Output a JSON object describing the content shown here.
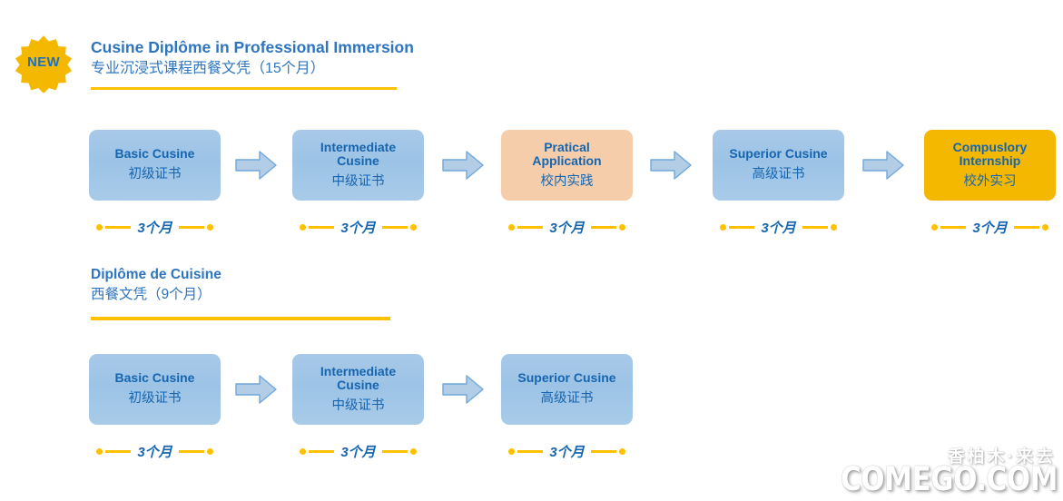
{
  "badge": {
    "label": "NEW",
    "shape": "starburst-icon",
    "fill_color": "#f5b800",
    "text_color": "#1f6fc0"
  },
  "colors": {
    "title_blue": "#2e75c0",
    "box_text_blue": "#1565b0",
    "box_blue": "#9cc3e6",
    "box_peach": "#f5cdab",
    "box_gold": "#f5b800",
    "accent_yellow": "#ffc000",
    "arrow_fill": "#b4cde6",
    "arrow_border": "#5b9bd5"
  },
  "programs": [
    {
      "id": "professional-immersion",
      "title_en": "Cusine Diplôme in Professional Immersion",
      "title_cn": "专业沉浸式课程西餐文凭（15个月）",
      "stages": [
        {
          "en": "Basic Cusine",
          "cn": "初级证书",
          "duration": "3个月",
          "style": "blue"
        },
        {
          "en": "Intermediate\nCusine",
          "cn": "中级证书",
          "duration": "3个月",
          "style": "blue"
        },
        {
          "en": "Pratical\nApplication",
          "cn": "校内实践",
          "duration": "3个月",
          "style": "peach"
        },
        {
          "en": "Superior Cusine",
          "cn": "高级证书",
          "duration": "3个月",
          "style": "blue"
        },
        {
          "en": "Compuslory\nInternship",
          "cn": "校外实习",
          "duration": "3个月",
          "style": "gold"
        }
      ]
    },
    {
      "id": "diplome-de-cuisine",
      "title_en": "Diplôme de Cuisine",
      "title_cn": "西餐文凭（9个月）",
      "stages": [
        {
          "en": "Basic Cusine",
          "cn": "初级证书",
          "duration": "3个月",
          "style": "blue"
        },
        {
          "en": "Intermediate\nCusine",
          "cn": "中级证书",
          "duration": "3个月",
          "style": "blue"
        },
        {
          "en": "Superior Cusine",
          "cn": "高级证书",
          "duration": "3个月",
          "style": "blue"
        }
      ]
    }
  ],
  "watermark": {
    "cn": "香柏木·来去",
    "en": "COMEGO.COM"
  }
}
